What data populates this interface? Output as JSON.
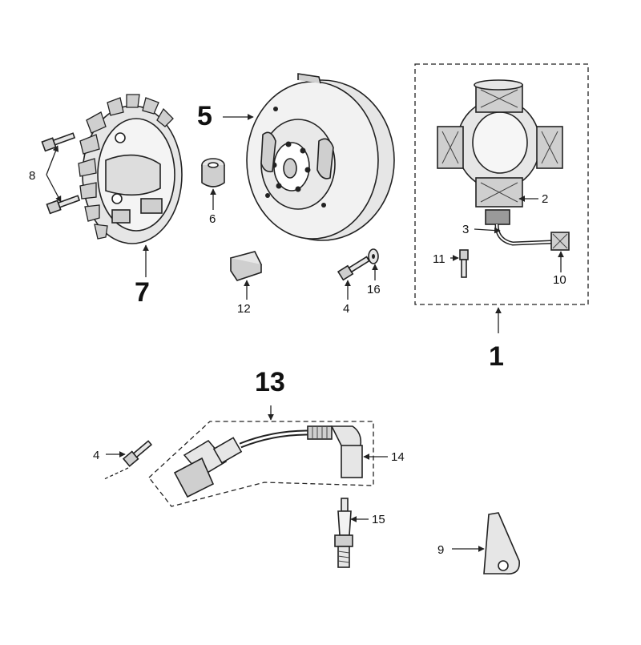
{
  "diagram": {
    "colors": {
      "line": "#222222",
      "fill_light": "#e6e6e6",
      "fill_mid": "#cfcfcf",
      "fill_dark": "#9a9a9a"
    },
    "labels": {
      "l1": "1",
      "l2": "2",
      "l3": "3",
      "l4a": "4",
      "l4b": "4",
      "l5": "5",
      "l6": "6",
      "l7": "7",
      "l8": "8",
      "l9": "9",
      "l10": "10",
      "l11": "11",
      "l12": "12",
      "l13": "13",
      "l14": "14",
      "l15": "15",
      "l16": "16"
    }
  }
}
